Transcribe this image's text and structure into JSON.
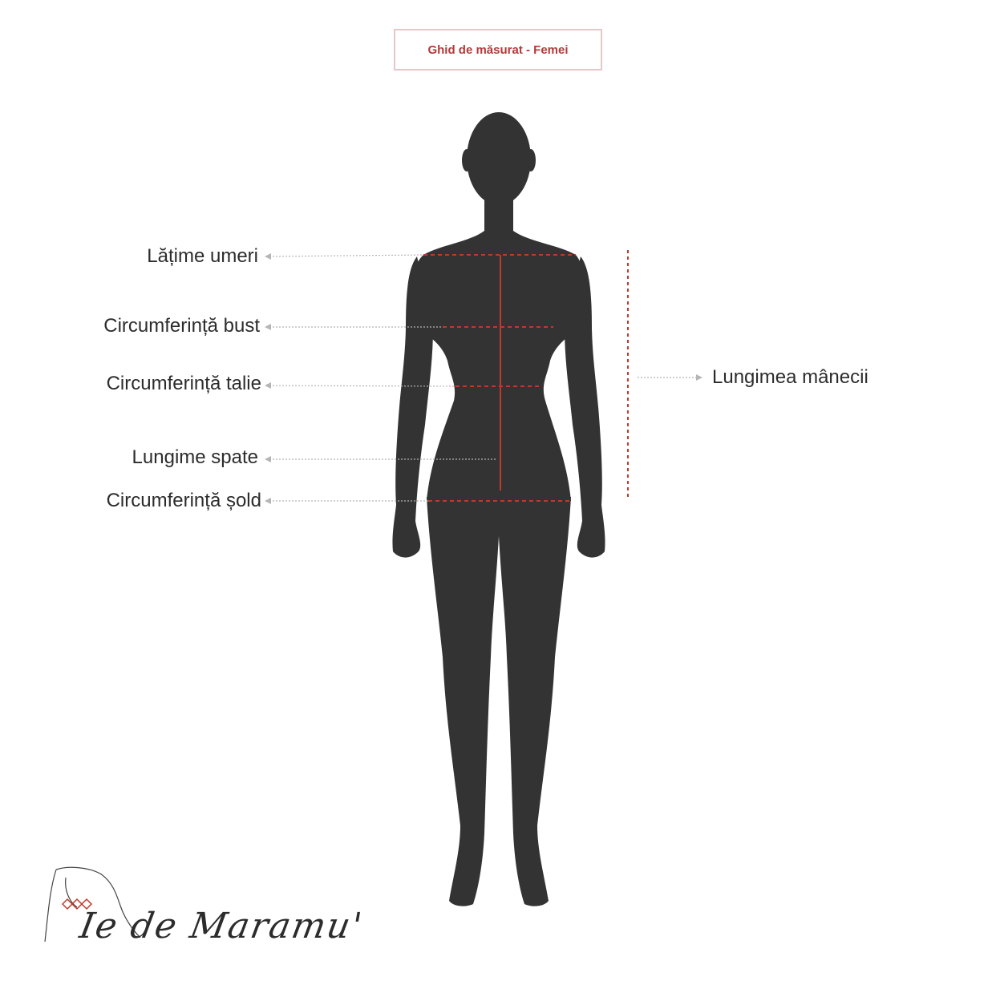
{
  "title": "Ghid de măsurat - Femei",
  "labels": {
    "shoulder_width": "Lățime umeri",
    "bust": "Circumferință bust",
    "waist": "Circumferință talie",
    "back_length": "Lungime spate",
    "hip": "Circumferință șold",
    "sleeve_length": "Lungimea mânecii"
  },
  "logo": {
    "text": "Ie de Maramu'"
  },
  "colors": {
    "silhouette": "#333333",
    "measure_line": "#c0392b",
    "title_text": "#b33a3a",
    "title_border": "#e8c7c9",
    "leader": "#b5b5b5"
  }
}
